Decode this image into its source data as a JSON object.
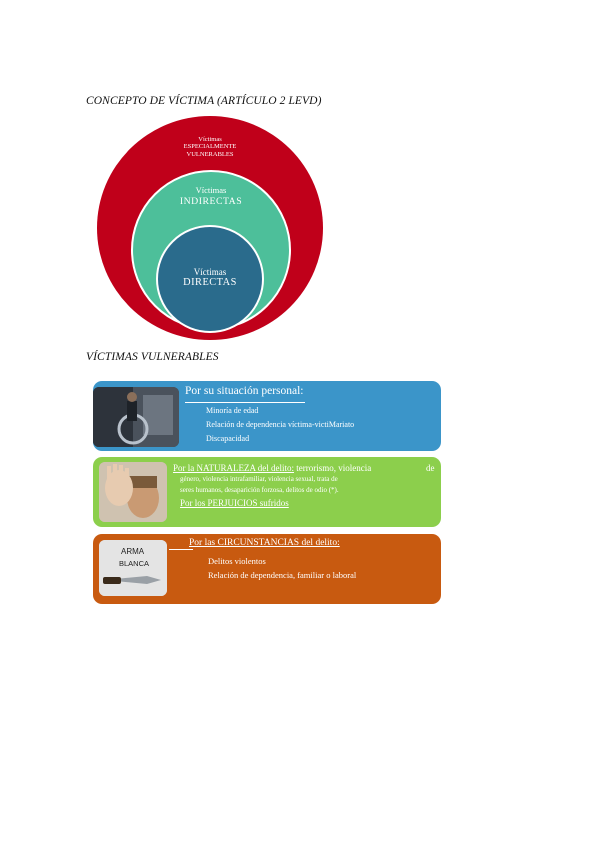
{
  "headings": {
    "concept": "CONCEPTO DE VÍCTIMA (ARTÍCULO 2 LEVD)",
    "vulnerable": "VÍCTIMAS VULNERABLES"
  },
  "circles": {
    "outer": {
      "line1": "Víctimas",
      "line2": "ESPECIALMENTE",
      "line3": "VULNERABLES"
    },
    "middle": {
      "line1": "Víctimas",
      "line2": "INDIRECTAS"
    },
    "inner": {
      "line1": "Víctimas",
      "line2": "DIRECTAS"
    }
  },
  "panels": {
    "personal": {
      "title": "Por su situación personal:",
      "items": [
        "Minoría de edad",
        "Relación de dependencia víctima-victiMariato",
        "Discapacidad"
      ],
      "image": "wheelchair-photo"
    },
    "naturaleza": {
      "line1_prefix": "Por la NATURALEZA del delito:",
      "line1_rest": " terrorismo, violencia",
      "line1_end": "de",
      "line2": "género, violencia intrafamiliar, violencia sexual, trata de",
      "line3": "seres humanos, desaparición forzosa, delitos de odio (*).",
      "line4": "Por los PERJUICIOS sufridos",
      "image": "child-hand-photo"
    },
    "circunstancias": {
      "title": "Por las CIRCUNSTANCIAS del delito:",
      "items": [
        "Delitos violentos",
        "Relación de dependencia, familiar o laboral"
      ],
      "image_text": [
        "ARMA",
        "BLANCA"
      ]
    }
  },
  "colors": {
    "outer": "#c0001a",
    "middle": "#4dbf9a",
    "inner": "#2a6b8c",
    "panel_blue": "#3b95c9",
    "panel_green": "#8ccf4c",
    "panel_orange": "#c85a10"
  }
}
